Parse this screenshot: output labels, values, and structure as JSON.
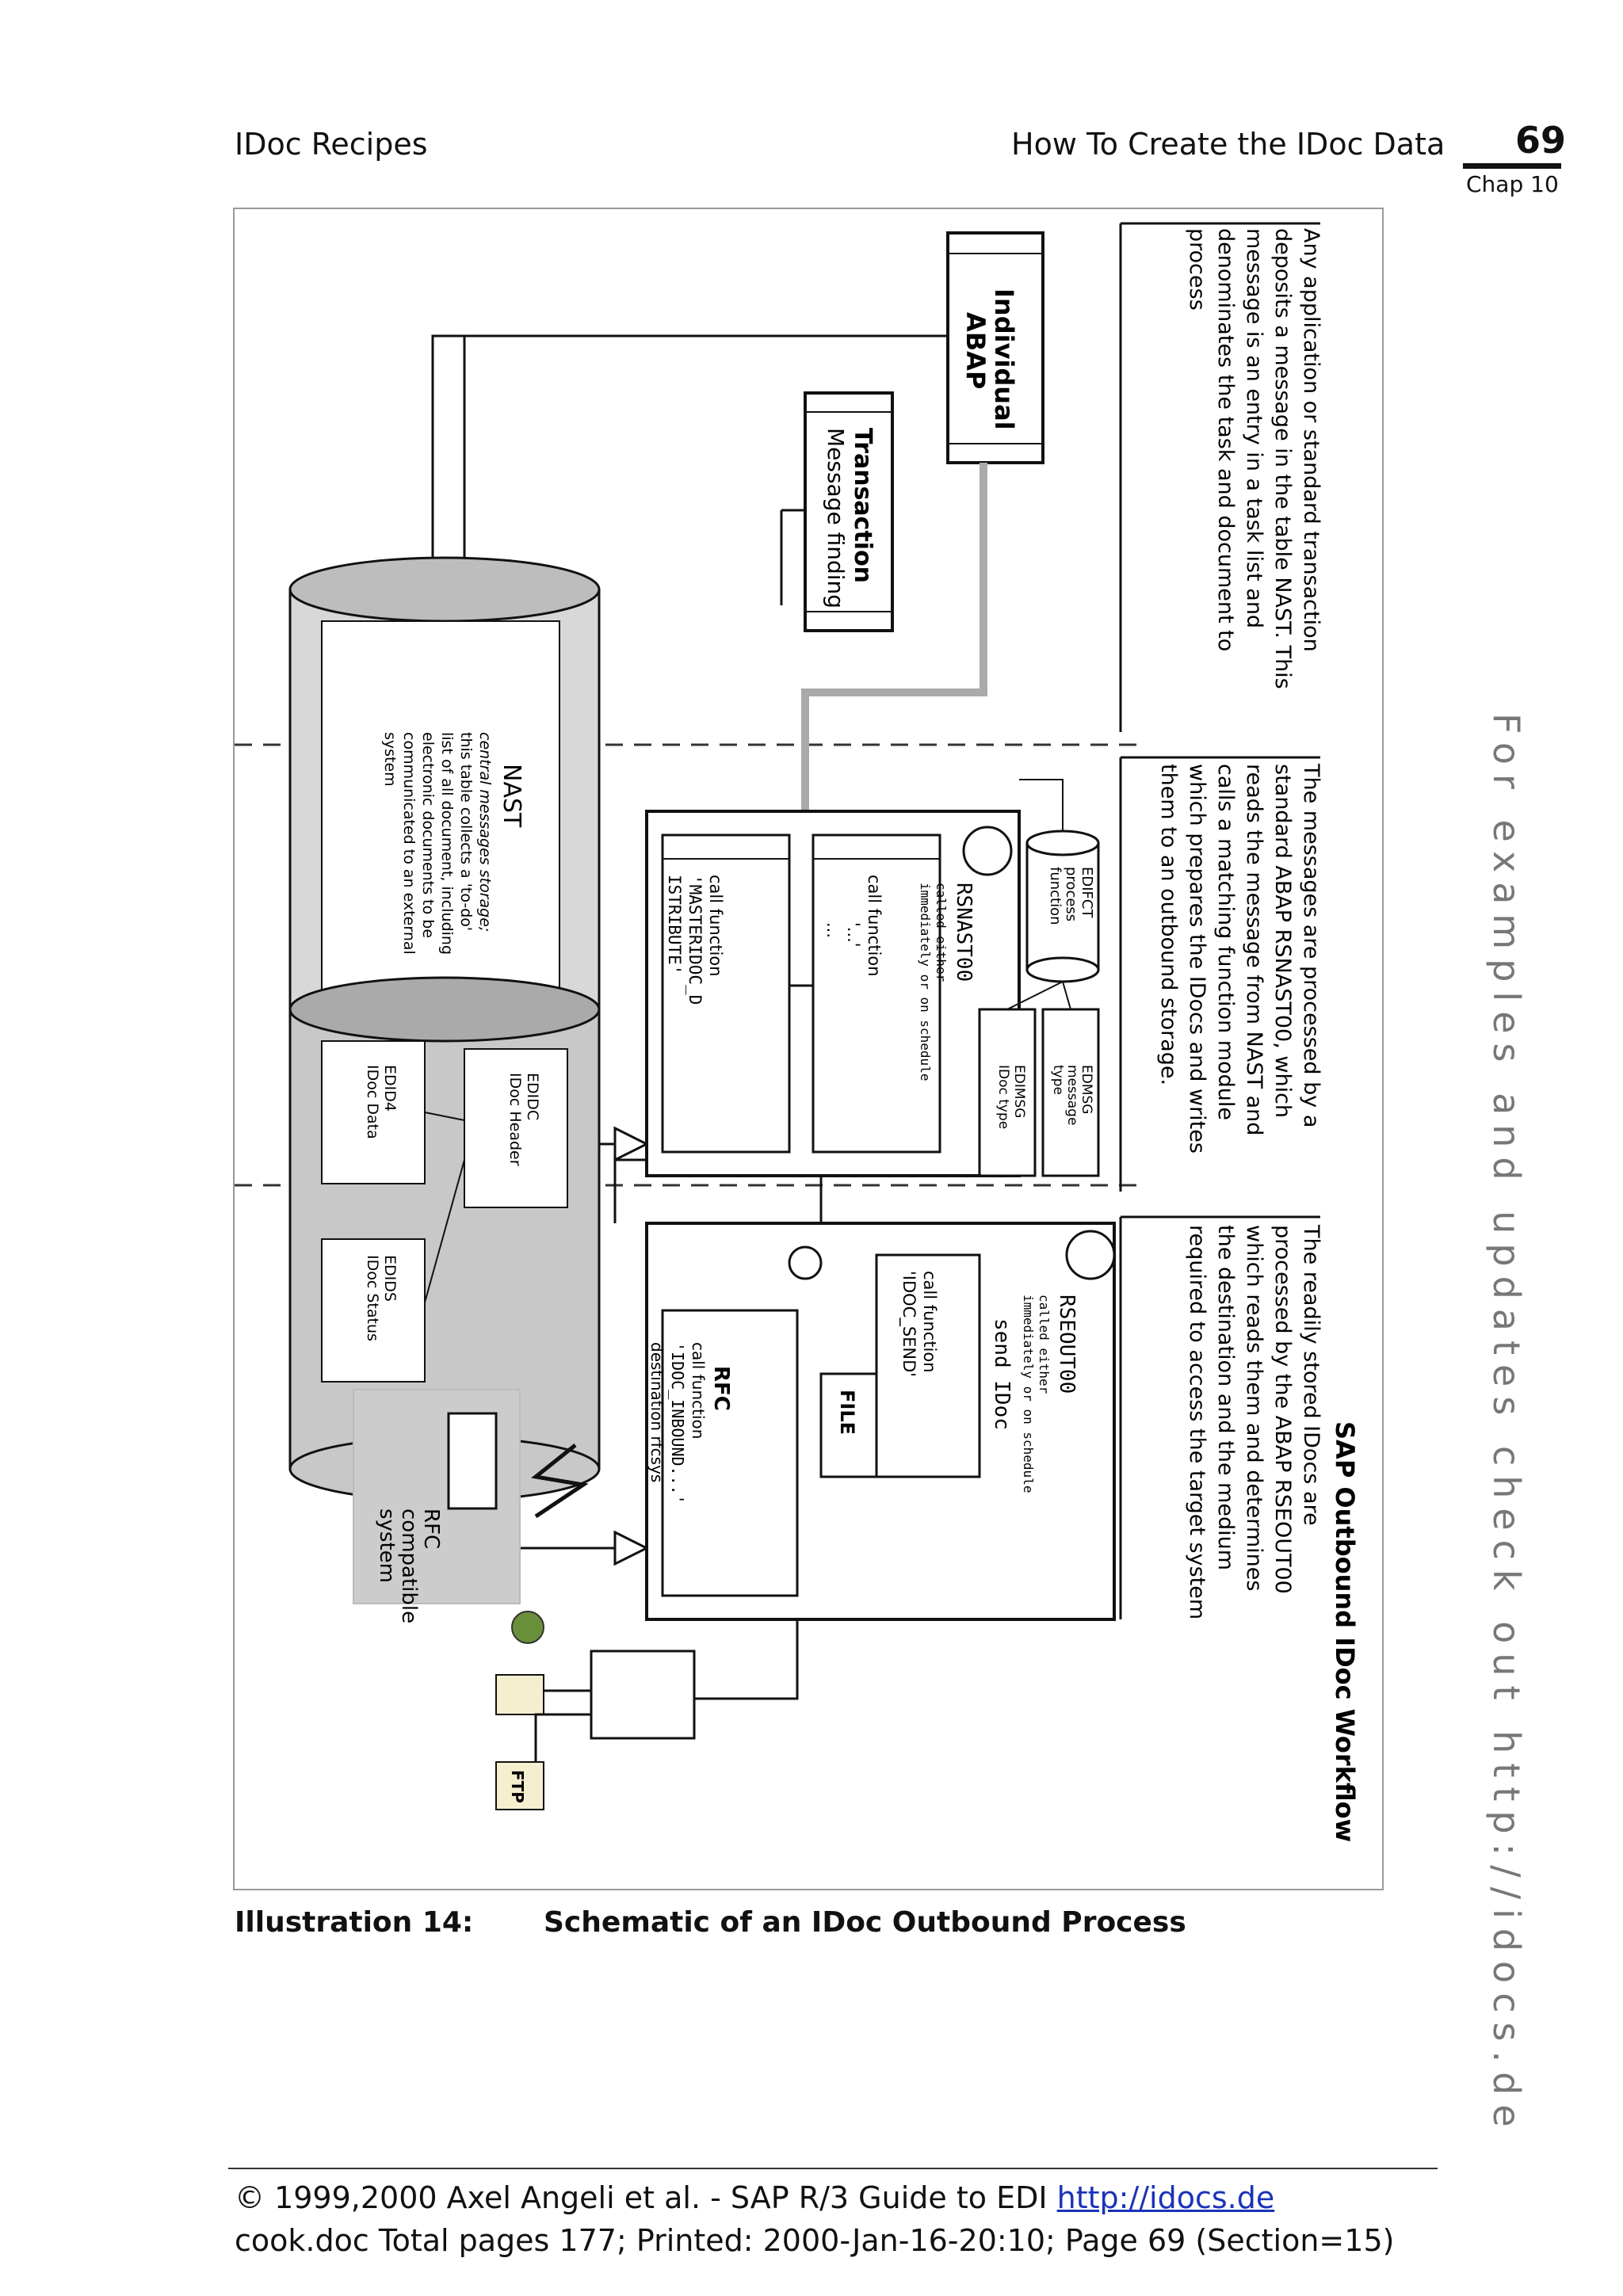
{
  "header": {
    "left": "IDoc Recipes",
    "right": "How To Create the IDoc Data",
    "page_number": "69",
    "chapter": "Chap 10"
  },
  "side_note": "For examples and updates check out http://idocs.de",
  "diagram": {
    "title": "SAP Outbound IDoc Workflow",
    "notes": {
      "top": [
        "Any application or standard transaction",
        "deposits a message in the table NAST. This",
        "message is an entry in a task list and",
        "denominates the task and document to",
        "process"
      ],
      "middle": [
        "The messages are processed by a",
        "standard ABAP RSNAST00, which",
        "reads the message from NAST and",
        "calls a matching function module",
        "which prepares the IDocs and writes",
        "them to an outbound storage."
      ],
      "bottom": [
        "The readily stored IDocs are",
        "processed by the ABAP RSEOUT00",
        "which reads them and determines",
        "the destination and the medium",
        "required to access the target system"
      ]
    },
    "individual_abap": [
      "Individual",
      "ABAP"
    ],
    "transaction": [
      "Transaction",
      "Message finding"
    ],
    "nast": {
      "title": "NAST",
      "text": [
        "central messages storage;",
        "this table collects a 'to-do'",
        "list of all document, including",
        "electronic documents to be",
        "communicated to an external",
        "system"
      ]
    },
    "rsnast": {
      "name": "RSNAST00",
      "called": "called either",
      "when": "immediately or on schedule",
      "call1": [
        "call function",
        "'...'",
        "..."
      ],
      "call2": [
        "call function",
        "'MASTERIDOC_D",
        "ISTRIBUTE'"
      ]
    },
    "edifct": [
      "EDIFCT",
      "process",
      "function"
    ],
    "edmsg_type": [
      "EDMSG",
      "message",
      "type"
    ],
    "edimsg_idoc": [
      "EDIMSG",
      "IDoc type"
    ],
    "storage": {
      "edidc": [
        "EDIDC",
        "IDoc Header"
      ],
      "edid4": [
        "EDID4",
        "IDoc Data"
      ],
      "edids": [
        "EDIDS",
        "IDoc Status"
      ]
    },
    "rseout": {
      "name": "RSEOUT00",
      "called": "called either",
      "when": "immediately or on schedule",
      "send": "send IDoc",
      "call": [
        "call function",
        "'IDOC_SEND'"
      ],
      "file": "FILE",
      "rfc": [
        "RFC",
        "call function",
        "'IDOC_INBOUND...'",
        "destination rfcsys"
      ]
    },
    "rfc_system": [
      "RFC",
      "compatible",
      "system"
    ],
    "ftp": "FTP"
  },
  "caption": {
    "label": "Illustration 14:",
    "text": "Schematic of an IDoc Outbound Process"
  },
  "footer": {
    "line1_prefix": "© 1999,2000 Axel Angeli et al. - SAP R/3 Guide to EDI ",
    "line1_link": "http://idocs.de",
    "line2": "cook.doc Total pages 177; Printed: 2000-Jan-16-20:10; Page 69 (Section=15)"
  }
}
